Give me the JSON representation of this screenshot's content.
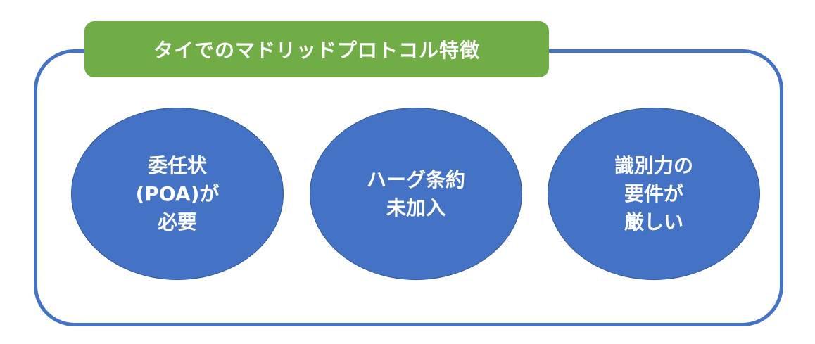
{
  "diagram": {
    "title": "タイでのマドリッドプロトコル特徴",
    "features": [
      {
        "lines": [
          "委任状",
          "(POA)が",
          "必要"
        ]
      },
      {
        "lines": [
          "ハーグ条約",
          "未加入"
        ]
      },
      {
        "lines": [
          "識別力の",
          "要件が",
          "厳しい"
        ]
      }
    ],
    "colors": {
      "frame": "#4472c4",
      "title_bg": "#70ad47",
      "circle_fill": "#4472c4",
      "text": "#ffffff"
    }
  }
}
